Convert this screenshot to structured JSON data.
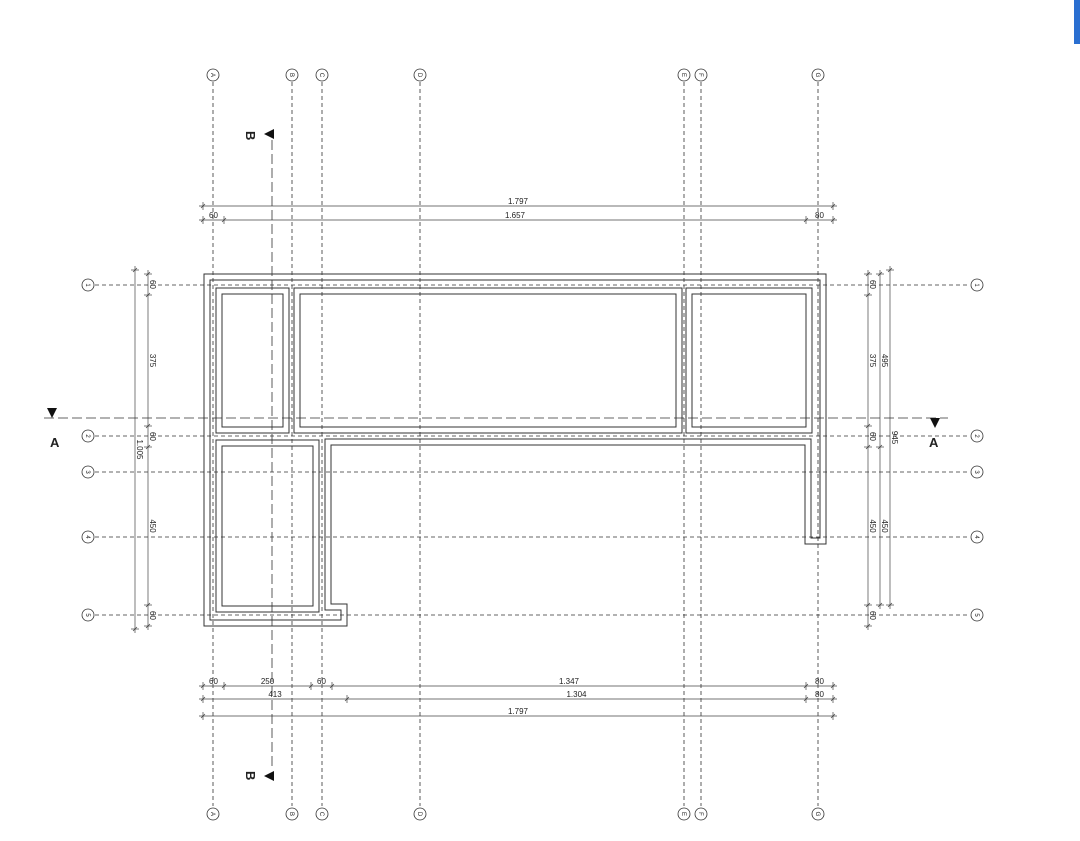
{
  "grid_columns": [
    "A",
    "B",
    "C",
    "D",
    "E",
    "F",
    "G"
  ],
  "grid_rows": [
    "1",
    "2",
    "3",
    "4",
    "5"
  ],
  "section_labels": {
    "a_left": "A",
    "a_right": "A",
    "b_top": "B",
    "b_bottom": "B"
  },
  "dims_top": {
    "total": "1.797",
    "left": "60",
    "mid": "1.657",
    "right": "80"
  },
  "dims_bottom": {
    "r1": [
      "60",
      "250",
      "60",
      "1.347",
      "80"
    ],
    "r2": [
      "413",
      "1.304",
      "80"
    ],
    "total": "1.797"
  },
  "dims_left": {
    "a": "60",
    "b": "375",
    "c": "60",
    "d": "450",
    "e": "60",
    "total": "1.005"
  },
  "dims_right": {
    "a": "60",
    "b": "375",
    "c": "60",
    "d": "450",
    "e": "60",
    "o1": "495",
    "o2": "945",
    "o3": "450"
  },
  "colors": {
    "line": "#333333",
    "accent": "#2a6fd1"
  }
}
